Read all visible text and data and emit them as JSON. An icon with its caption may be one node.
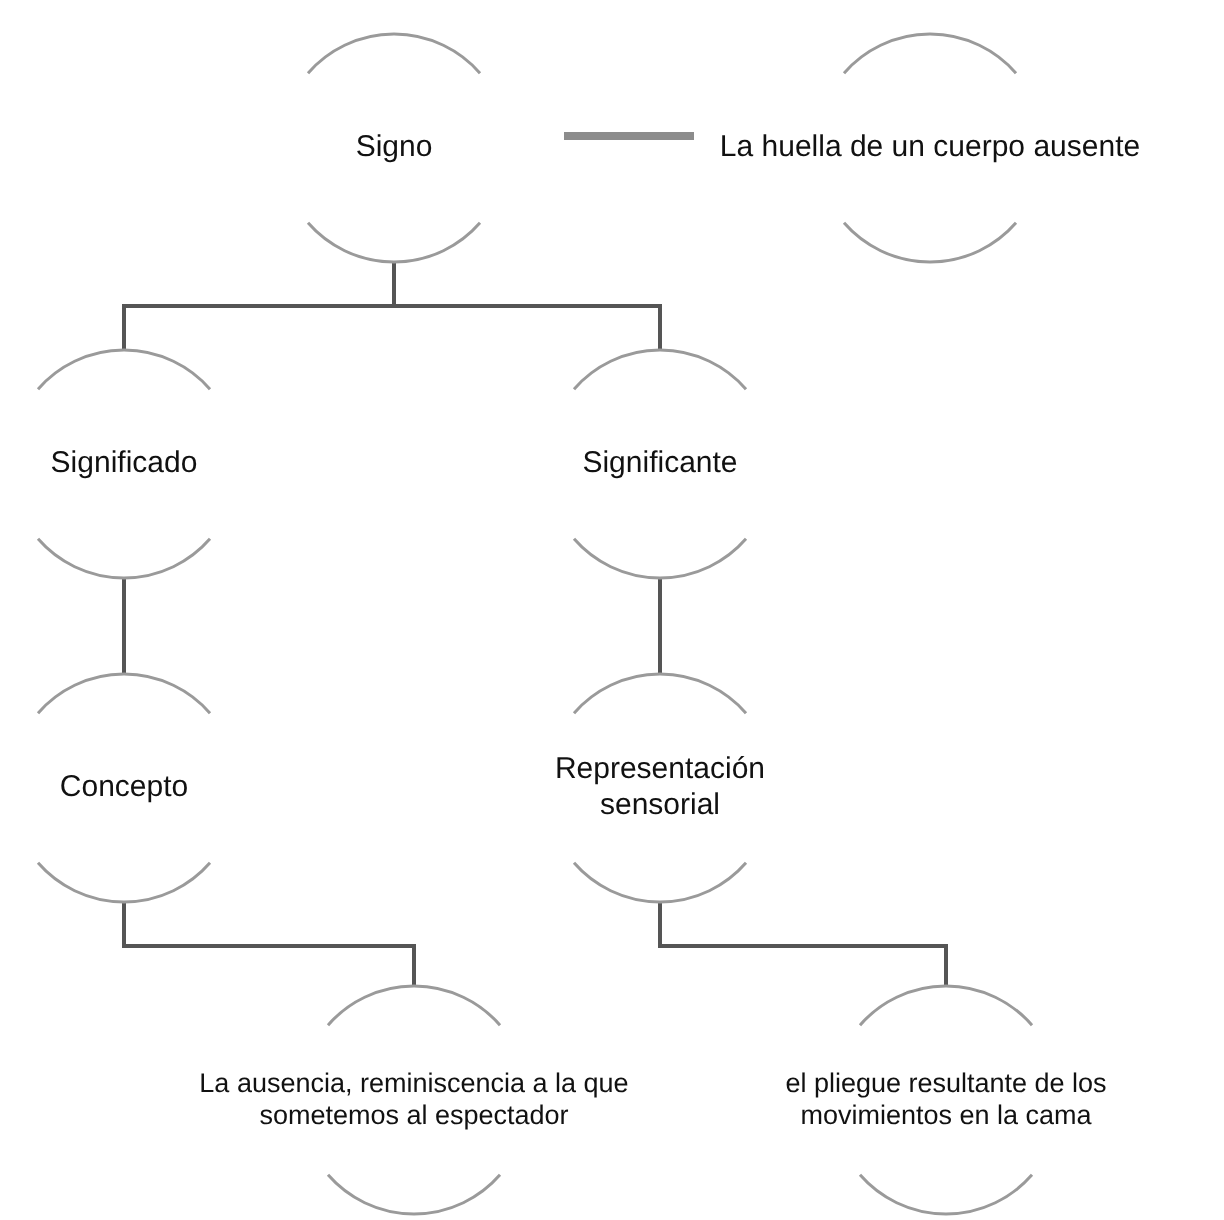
{
  "diagram": {
    "nodes": [
      {
        "text": [
          "Signo"
        ]
      },
      {
        "text": [
          "La huella de un cuerpo ausente"
        ]
      },
      {
        "text": [
          "Significado"
        ]
      },
      {
        "text": [
          "Significante"
        ]
      },
      {
        "text": [
          "Concepto"
        ]
      },
      {
        "text": [
          "Representación sensorial"
        ]
      },
      {
        "text": [
          "La ausencia, reminiscencia a la que sometemos al espectador"
        ]
      },
      {
        "text": [
          "el pliegue resultante de los movimientos en la cama"
        ]
      }
    ],
    "edges": [
      {
        "from": 0,
        "to": 1,
        "arrow": "none",
        "style": "thick",
        "color": "#8c8c8c"
      },
      {
        "from": 0,
        "to": 2,
        "arrow": "none"
      },
      {
        "from": 0,
        "to": 3,
        "arrow": "none"
      },
      {
        "from": 2,
        "to": 4,
        "arrow": "none"
      },
      {
        "from": 3,
        "to": 5,
        "arrow": "none"
      },
      {
        "from": 4,
        "to": 6,
        "arrow": "none"
      },
      {
        "from": 5,
        "to": 7,
        "arrow": "none"
      }
    ]
  }
}
